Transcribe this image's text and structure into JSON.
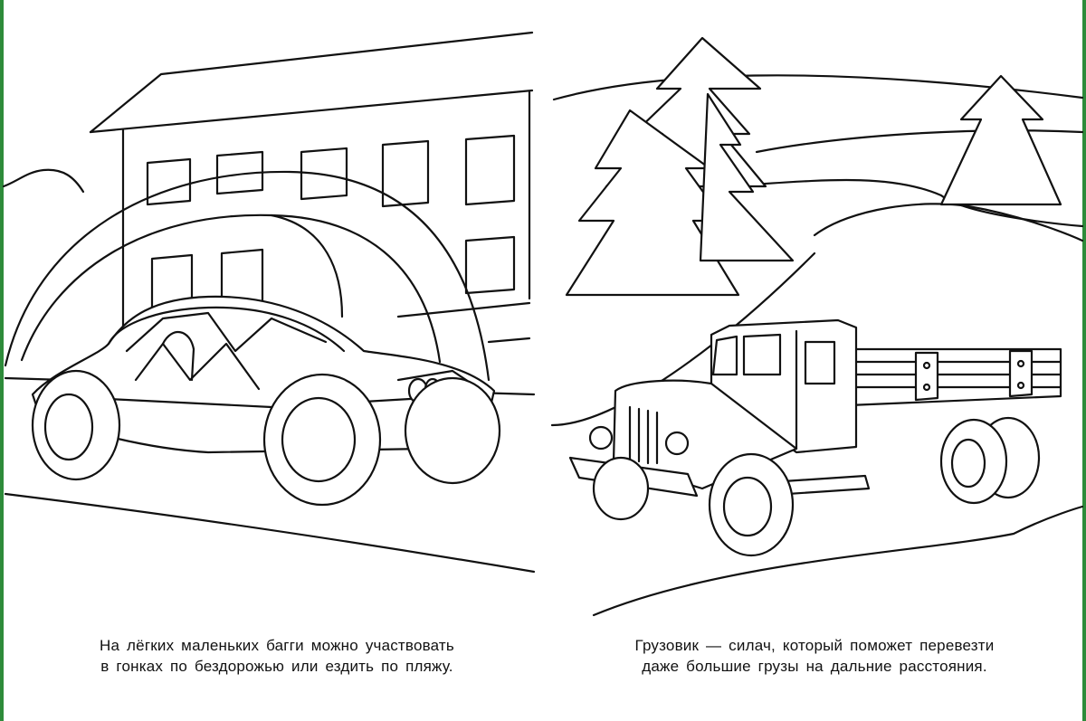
{
  "left_page": {
    "caption_line_1": "На лёгких маленьких багги можно участвовать",
    "caption_line_2": "в гонках по бездорожью или ездить по пляжу."
  },
  "right_page": {
    "caption_line_1": "Грузовик — силач, который поможет перевезти",
    "caption_line_2": "даже большие грузы на дальние расстояния."
  },
  "colors": {
    "line": "#111111",
    "paper": "#ffffff",
    "edge": "#2e8b3a"
  }
}
